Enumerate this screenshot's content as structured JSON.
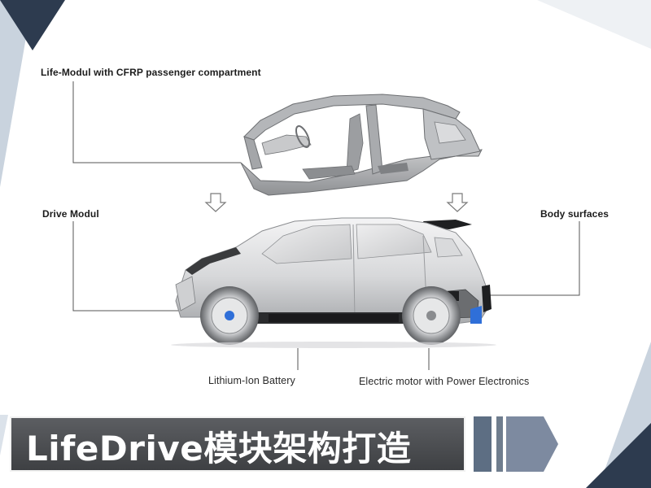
{
  "labels": {
    "life_modul": "Life-Modul with CFRP passenger compartment",
    "drive_modul": "Drive Modul",
    "body_surfaces": "Body surfaces",
    "battery": "Lithium-Ion Battery",
    "motor": "Electric motor with Power Electronics"
  },
  "banner": {
    "title": "LifeDrive模块架构打造"
  },
  "colors": {
    "corner_dark": "#2d3b4f",
    "corner_light": "#c9d3de",
    "banner_bg": "#4e5054",
    "accent_blue": "#2f6fd8"
  }
}
